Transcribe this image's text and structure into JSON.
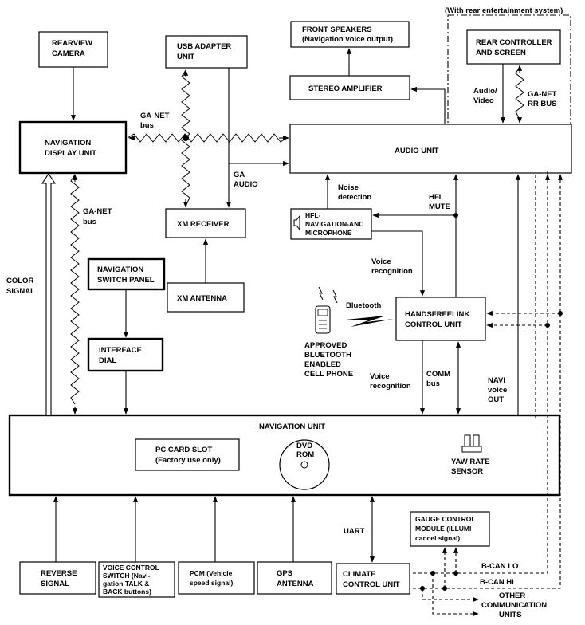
{
  "diagram": {
    "group_label": "(With rear entertainment system)",
    "boxes": {
      "rearview_camera": [
        "REARVIEW",
        "CAMERA"
      ],
      "usb_adapter": [
        "USB ADAPTER",
        "UNIT"
      ],
      "front_speakers": [
        "FRONT SPEAKERS",
        "(Navigation voice output)"
      ],
      "rear_controller": [
        "REAR CONTROLLER",
        "AND SCREEN"
      ],
      "stereo_amplifier": [
        "STEREO AMPLIFIER"
      ],
      "navigation_display": [
        "NAVIGATION",
        "DISPLAY UNIT"
      ],
      "audio_unit": [
        "AUDIO UNIT"
      ],
      "xm_receiver": [
        "XM RECEIVER"
      ],
      "hfl_microphone": [
        "HFL-",
        "NAVIGATION-ANC",
        "MICROPHONE"
      ],
      "navigation_switch_panel": [
        "NAVIGATION",
        "SWITCH PANEL"
      ],
      "xm_antenna": [
        "XM ANTENNA"
      ],
      "handsfreelink": [
        "HANDSFREELINK",
        "CONTROL UNIT"
      ],
      "interface_dial": [
        "INTERFACE",
        "DIAL"
      ],
      "navigation_unit": [
        "NAVIGATION UNIT"
      ],
      "pc_card_slot": [
        "PC CARD SLOT",
        "(Factory use only)"
      ],
      "gauge_control": [
        "GAUGE CONTROL",
        "MODULE (ILLUMI",
        "cancel signal)"
      ],
      "reverse_signal": [
        "REVERSE",
        "SIGNAL"
      ],
      "voice_control_switch": [
        "VOICE CONTROL",
        "SWITCH (Navi-",
        "gation TALK &",
        "BACK buttons)"
      ],
      "pcm": [
        "PCM (Vehicle",
        "speed signal)"
      ],
      "gps_antenna": [
        "GPS",
        "ANTENNA"
      ],
      "climate_control": [
        "CLIMATE",
        "CONTROL UNIT"
      ]
    },
    "labels": {
      "ga_net_bus_top": [
        "GA-NET",
        "bus"
      ],
      "ga_net_bus_left": [
        "GA-NET",
        "bus"
      ],
      "ga_audio": [
        "GA",
        "AUDIO"
      ],
      "audio_video": [
        "Audio/",
        "Video"
      ],
      "ga_net_rr_bus": [
        "GA-NET",
        "RR BUS"
      ],
      "noise_detection": [
        "Noise",
        "detection"
      ],
      "hfl_mute": [
        "HFL",
        "MUTE"
      ],
      "voice_recognition_1": [
        "Voice",
        "recognition"
      ],
      "voice_recognition_2": [
        "Voice",
        "recognition"
      ],
      "bluetooth": [
        "Bluetooth"
      ],
      "cell_phone": [
        "APPROVED",
        "BLUETOOTH",
        "ENABLED",
        "CELL PHONE"
      ],
      "comm_bus": [
        "COMM",
        "bus"
      ],
      "navi_voice_out": [
        "NAVI",
        "voice",
        "OUT"
      ],
      "color_signal": [
        "COLOR",
        "SIGNAL"
      ],
      "dvd_rom": [
        "DVD",
        "ROM"
      ],
      "yaw_rate": [
        "YAW RATE",
        "SENSOR"
      ],
      "uart": [
        "UART"
      ],
      "b_can_lo": [
        "B-CAN LO"
      ],
      "b_can_hi": [
        "B-CAN HI"
      ],
      "other_units": [
        "OTHER",
        "COMMUNICATION",
        "UNITS"
      ]
    }
  }
}
